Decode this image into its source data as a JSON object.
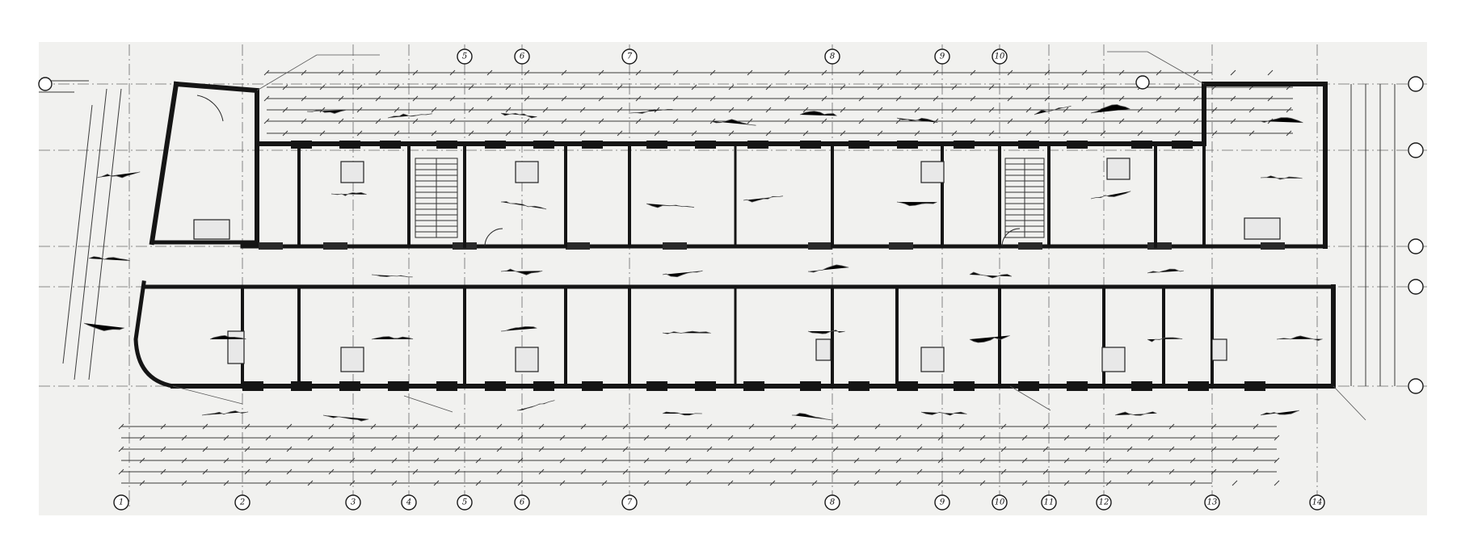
{
  "drawing": {
    "type": "architectural floor plan",
    "background": "#f1f1ef",
    "ink": "#151515",
    "axis_labels_top": [
      "5",
      "6",
      "7",
      "8",
      "9",
      "10"
    ],
    "axis_labels_bottom": [
      "1",
      "2",
      "3",
      "4",
      "5",
      "6",
      "7",
      "8",
      "9",
      "10",
      "11",
      "12",
      "13",
      "14"
    ],
    "axis_labels_right": [
      "",
      "",
      "",
      "",
      ""
    ]
  }
}
